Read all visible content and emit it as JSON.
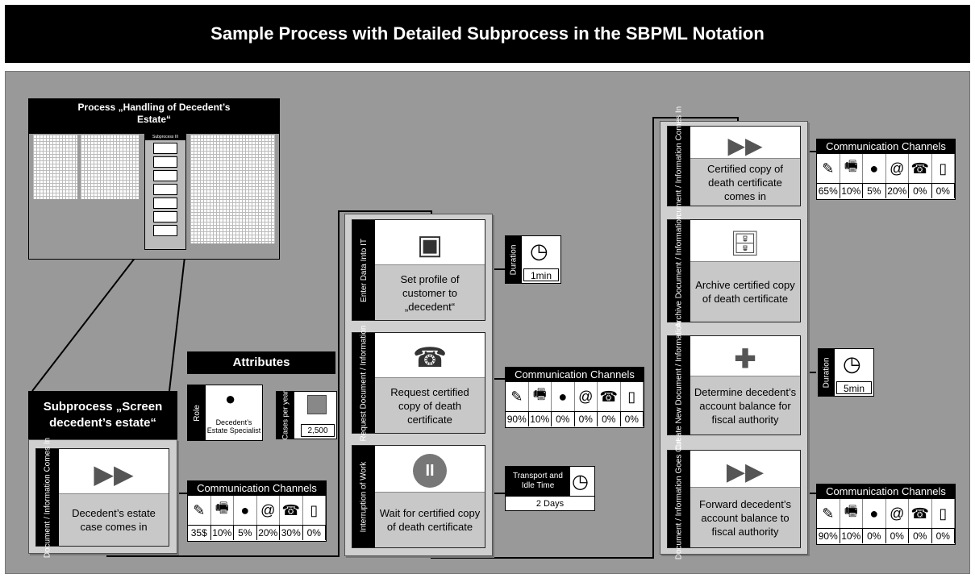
{
  "title": "Sample Process with Detailed Subprocess in the SBPML Notation",
  "overview": {
    "title": "Process „Handling of Decedent’s Estate“",
    "sub_label": "Subprocess III"
  },
  "subprocess_title": "Subprocess „Screen decedent’s estate“",
  "attributes": {
    "title": "Attributes",
    "role_label": "Role",
    "role_value": "Decedent’s Estate Specialist",
    "cases_label": "Cases per year",
    "cases_value": "2,500"
  },
  "steps": {
    "s1": {
      "type": "Document / Information Comes In",
      "label": "Decedent’s estate case comes in"
    },
    "s2": {
      "type": "Enter Data Into IT",
      "label": "Set profile of customer to „decedent“"
    },
    "s3": {
      "type": "Request Document / Information",
      "label": "Request certified copy of death certificate"
    },
    "s4": {
      "type": "Interruption of Work",
      "label": "Wait for certified copy of death certificate"
    },
    "s5": {
      "type": "Document / Information Comes In",
      "label": "Certified copy of death certificate comes in"
    },
    "s6": {
      "type": "Archive Document / Information",
      "label": "Archive certified copy of death certificate"
    },
    "s7": {
      "type": "Create New Document / Information",
      "label": "Determine decedent’s account balance for fiscal authority"
    },
    "s8": {
      "type": "Document / Information Goes Out",
      "label": "Forward decedent’s account balance to fiscal authority"
    }
  },
  "channels": {
    "header": "Communication Channels",
    "icons": [
      "pen-icon",
      "fax-icon",
      "person-icon",
      "email-icon",
      "phone-icon",
      "mobile-icon"
    ],
    "c1": [
      "35$",
      "10%",
      "5%",
      "20%",
      "30%",
      "0%"
    ],
    "c2": [
      "90%",
      "10%",
      "0%",
      "0%",
      "0%",
      "0%"
    ],
    "c3": [
      "65%",
      "10%",
      "5%",
      "20%",
      "0%",
      "0%"
    ],
    "c4": [
      "90%",
      "10%",
      "0%",
      "0%",
      "0%",
      "0%"
    ]
  },
  "durations": {
    "label": "Duration",
    "d1": "1min",
    "d2": "5min",
    "idle_label": "Transport and Idle Time",
    "idle_value": "2 Days"
  }
}
